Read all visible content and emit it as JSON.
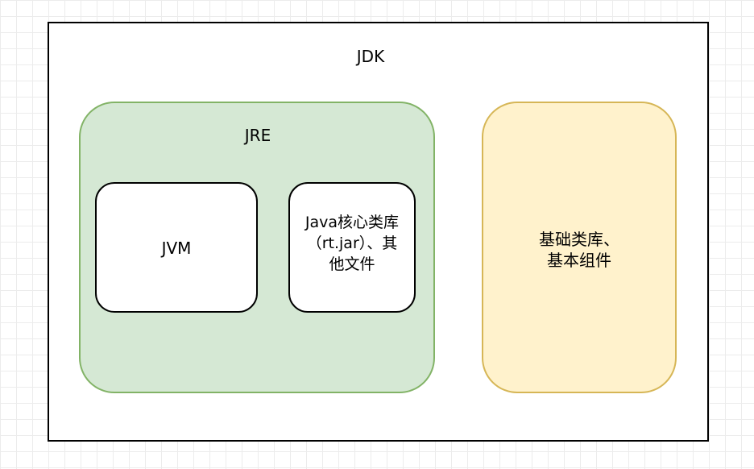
{
  "jdk": {
    "label": "JDK"
  },
  "jre": {
    "label": "JRE"
  },
  "jvm": {
    "label": "JVM"
  },
  "core_libs": {
    "lines": [
      "Java核心类库",
      "（rt.jar）、其",
      "他文件"
    ]
  },
  "basic_libs": {
    "lines": [
      "基础类库、",
      "基本组件"
    ]
  },
  "colors": {
    "jre_fill": "#d5e8d4",
    "jre_stroke": "#82b366",
    "basic_fill": "#fff2cc",
    "basic_stroke": "#d6b656"
  }
}
